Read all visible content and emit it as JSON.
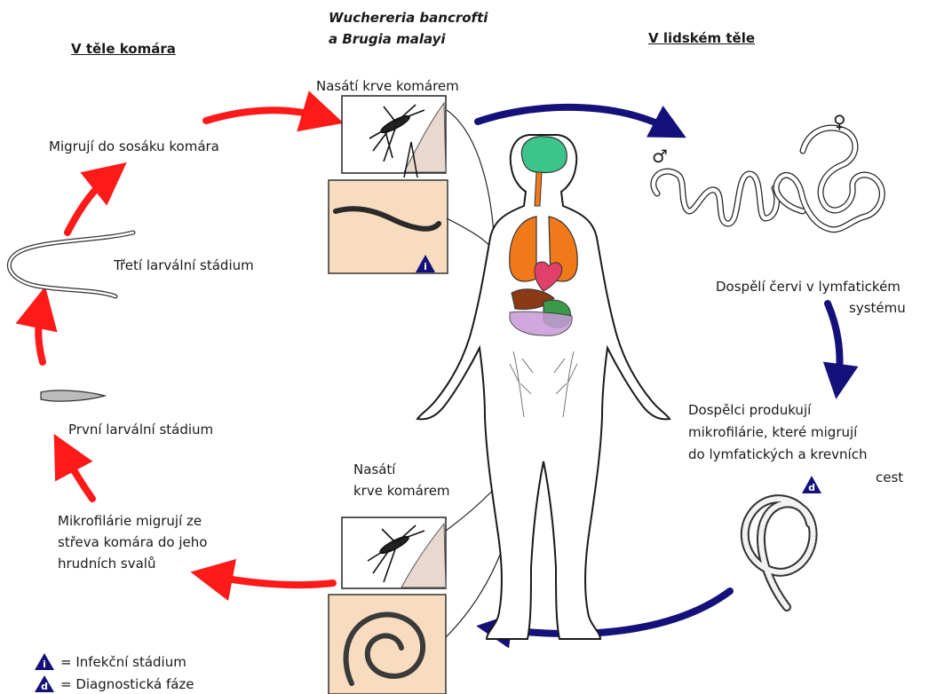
{
  "colors": {
    "red_arrow": "#ff1a1a",
    "blue_arrow": "#14127a",
    "panel_bg": "#f8dcbf",
    "badge": "#14127a"
  },
  "icons": [
    "mosquito-icon",
    "human-body-icon",
    "worm-icon",
    "infective-stage-badge-icon",
    "diagnostic-stage-badge-icon"
  ],
  "headers": {
    "mosquito": "V těle komára",
    "species_line1": "Wuchereria bancrofti",
    "species_line2": "a Brugia malayi",
    "human": "V lidském těle"
  },
  "stages": {
    "blood_meal_top": "Nasátí krve komárem",
    "adults_line1": "Dospělí červi v  lymfatickém",
    "adults_line2": "systému",
    "produce_line1": "Dospělci produkují",
    "produce_line2": "mikrofilárie, které migrují",
    "produce_line3": "do lymfatických a krevních",
    "produce_line4": "cest",
    "blood_meal_bottom_line1": "Nasátí",
    "blood_meal_bottom_line2": "krve  komárem",
    "migrate_line1": "Mikrofilárie migrují  ze",
    "migrate_line2": " střeva  komára do jeho",
    "migrate_line3": "hrudních svalů",
    "first_larval": "První larvální stádium",
    "third_larval": "Třetí larvální stádium",
    "proboscis": "Migrují do sosáku komára"
  },
  "symbols": {
    "male": "♂",
    "female": "♀"
  },
  "legend": {
    "infective_letter": "i",
    "infective_label": "= Infekční stádium",
    "diagnostic_letter": "d",
    "diagnostic_label": "= Diagnostická fáze"
  }
}
